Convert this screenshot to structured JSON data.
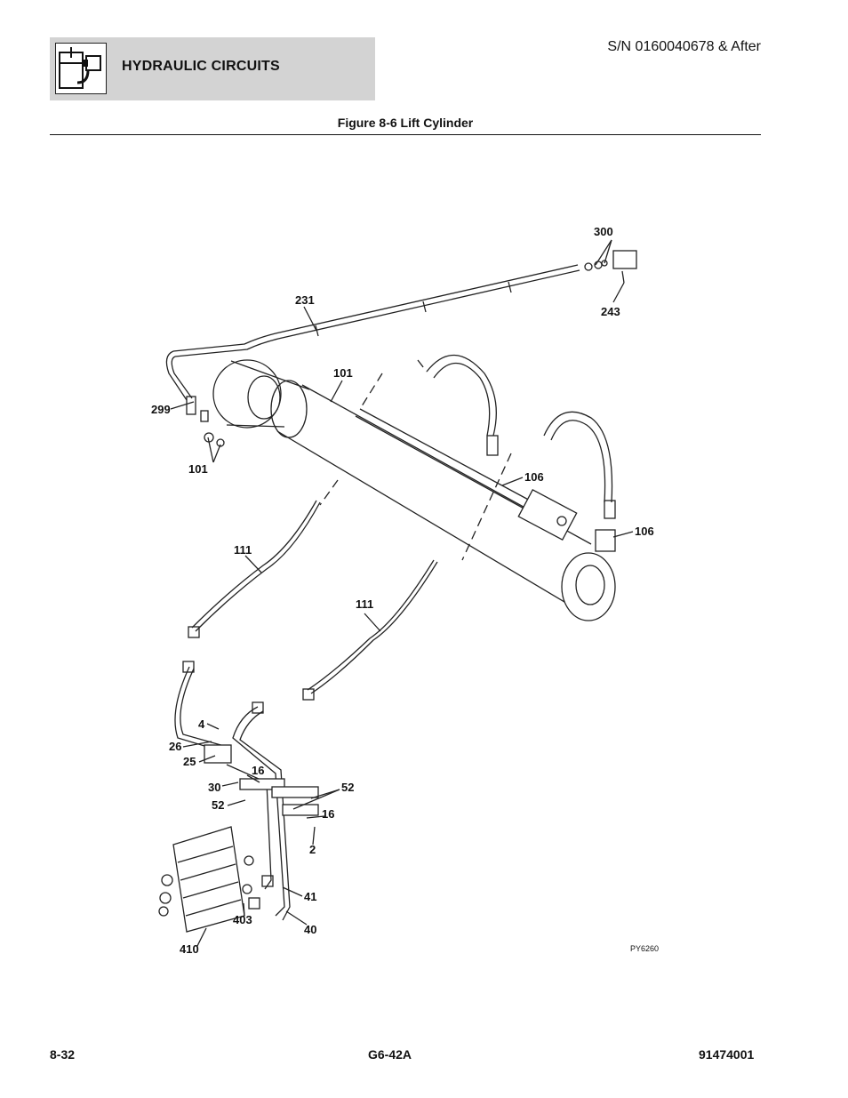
{
  "header": {
    "section_title": "HYDRAULIC CIRCUITS",
    "serial": "S/N 0160040678 & After",
    "icon": "hydraulic-circuit-icon"
  },
  "figure": {
    "title": "Figure 8-6 Lift Cylinder",
    "drawing_id": "PY6260",
    "callouts": [
      "300",
      "231",
      "243",
      "101",
      "299",
      "101",
      "106",
      "106",
      "111",
      "111",
      "4",
      "26",
      "25",
      "16",
      "30",
      "52",
      "52",
      "16",
      "2",
      "41",
      "403",
      "40",
      "410"
    ]
  },
  "footer": {
    "page": "8-32",
    "model": "G6-42A",
    "doc_number": "91474001"
  }
}
